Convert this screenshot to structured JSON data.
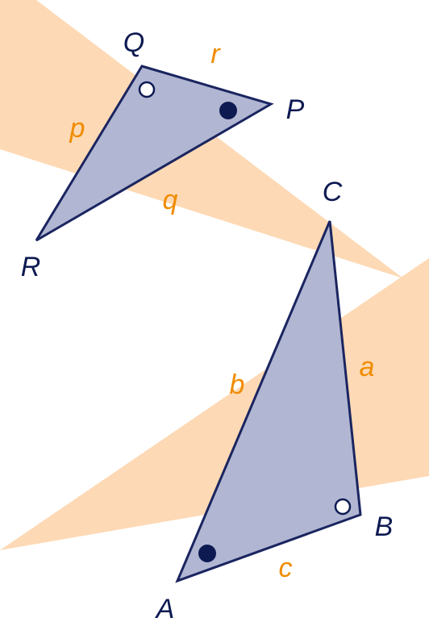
{
  "colors": {
    "band": "#fdd9b5",
    "triangle_fill": "#b1b6d2",
    "triangle_stroke": "#1a2560",
    "vertex_label": "#0d1a52",
    "side_label": "#f08c00",
    "marker_filled": "#0d1a52",
    "marker_open_fill": "#ffffff"
  },
  "triangle_pqr": {
    "vertices": {
      "P": "P",
      "Q": "Q",
      "R": "R"
    },
    "sides": {
      "p": "p",
      "q": "q",
      "r": "r"
    },
    "angle_markers": {
      "Q": "open",
      "P": "filled"
    }
  },
  "triangle_abc": {
    "vertices": {
      "A": "A",
      "B": "B",
      "C": "C"
    },
    "sides": {
      "a": "a",
      "b": "b",
      "c": "c"
    },
    "angle_markers": {
      "B": "open",
      "A": "filled"
    }
  }
}
